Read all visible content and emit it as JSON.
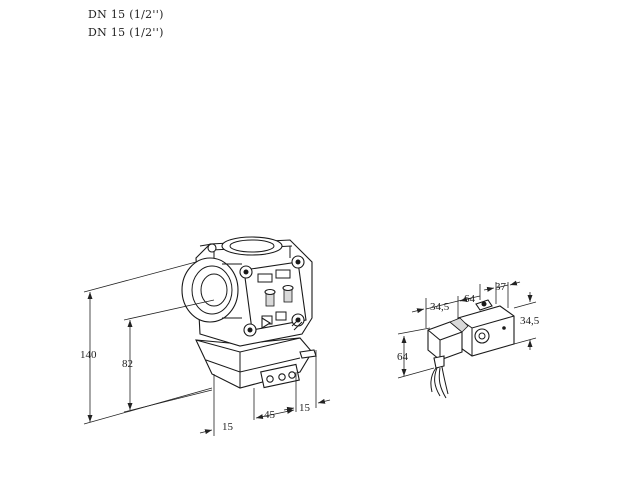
{
  "header": {
    "line1": "DN 15 (1/2'')",
    "line2": "DN 15 (1/2'')"
  },
  "valve_dimensions": {
    "height_total": "140",
    "height_center": "82",
    "depth_left": "15",
    "depth_mid": "45",
    "depth_right": "15"
  },
  "coil_dimensions": {
    "width_a": "34,5",
    "width_b": "64",
    "width_c": "37",
    "height_a": "34,5",
    "height_b": "64"
  }
}
